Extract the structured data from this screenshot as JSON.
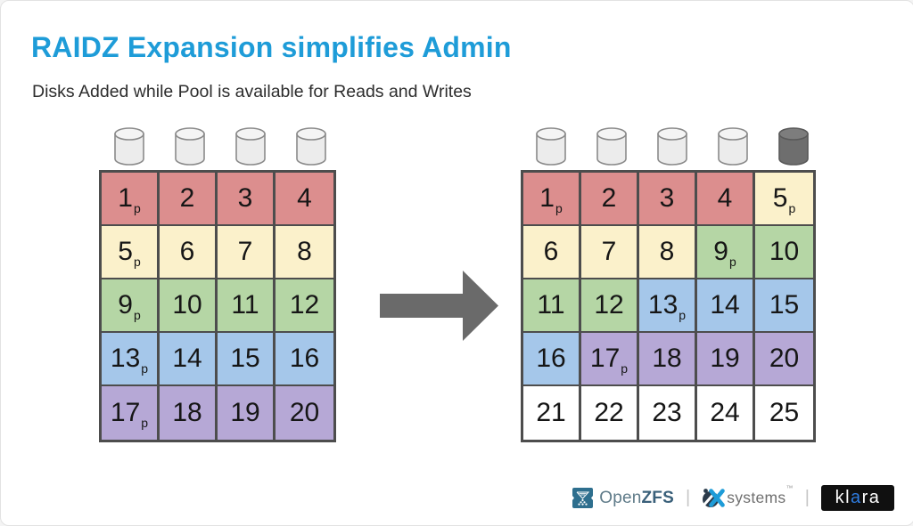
{
  "title": "RAIDZ Expansion simplifies Admin",
  "subtitle": "Disks Added while Pool is available for Reads and Writes",
  "colors": {
    "title_blue": "#1E9CD8",
    "red": "#DC8E8E",
    "cream": "#FBF1CB",
    "green": "#B5D6A5",
    "blue": "#A5C7EA",
    "purple": "#B6A8D6",
    "white": "#FFFFFF",
    "grid_border": "#4D4D4D",
    "arrow_gray": "#6A6A6A",
    "disk_light": "#ECECEC",
    "disk_dark": "#6E6E6E",
    "klara_blue": "#2E7BDE"
  },
  "before_pool": {
    "disks": [
      {
        "state": "existing"
      },
      {
        "state": "existing"
      },
      {
        "state": "existing"
      },
      {
        "state": "existing"
      }
    ],
    "rows": [
      {
        "cells": [
          {
            "label": "1",
            "sub": "p",
            "color": "red"
          },
          {
            "label": "2",
            "sub": "",
            "color": "red"
          },
          {
            "label": "3",
            "sub": "",
            "color": "red"
          },
          {
            "label": "4",
            "sub": "",
            "color": "red"
          }
        ]
      },
      {
        "cells": [
          {
            "label": "5",
            "sub": "p",
            "color": "cream"
          },
          {
            "label": "6",
            "sub": "",
            "color": "cream"
          },
          {
            "label": "7",
            "sub": "",
            "color": "cream"
          },
          {
            "label": "8",
            "sub": "",
            "color": "cream"
          }
        ]
      },
      {
        "cells": [
          {
            "label": "9",
            "sub": "p",
            "color": "green"
          },
          {
            "label": "10",
            "sub": "",
            "color": "green"
          },
          {
            "label": "11",
            "sub": "",
            "color": "green"
          },
          {
            "label": "12",
            "sub": "",
            "color": "green"
          }
        ]
      },
      {
        "cells": [
          {
            "label": "13",
            "sub": "p",
            "color": "blue"
          },
          {
            "label": "14",
            "sub": "",
            "color": "blue"
          },
          {
            "label": "15",
            "sub": "",
            "color": "blue"
          },
          {
            "label": "16",
            "sub": "",
            "color": "blue"
          }
        ]
      },
      {
        "cells": [
          {
            "label": "17",
            "sub": "p",
            "color": "purple"
          },
          {
            "label": "18",
            "sub": "",
            "color": "purple"
          },
          {
            "label": "19",
            "sub": "",
            "color": "purple"
          },
          {
            "label": "20",
            "sub": "",
            "color": "purple"
          }
        ]
      }
    ]
  },
  "after_pool": {
    "disks": [
      {
        "state": "existing"
      },
      {
        "state": "existing"
      },
      {
        "state": "existing"
      },
      {
        "state": "existing"
      },
      {
        "state": "new"
      }
    ],
    "rows": [
      {
        "cells": [
          {
            "label": "1",
            "sub": "p",
            "color": "red"
          },
          {
            "label": "2",
            "sub": "",
            "color": "red"
          },
          {
            "label": "3",
            "sub": "",
            "color": "red"
          },
          {
            "label": "4",
            "sub": "",
            "color": "red"
          },
          {
            "label": "5",
            "sub": "p",
            "color": "cream"
          }
        ]
      },
      {
        "cells": [
          {
            "label": "6",
            "sub": "",
            "color": "cream"
          },
          {
            "label": "7",
            "sub": "",
            "color": "cream"
          },
          {
            "label": "8",
            "sub": "",
            "color": "cream"
          },
          {
            "label": "9",
            "sub": "p",
            "color": "green"
          },
          {
            "label": "10",
            "sub": "",
            "color": "green"
          }
        ]
      },
      {
        "cells": [
          {
            "label": "11",
            "sub": "",
            "color": "green"
          },
          {
            "label": "12",
            "sub": "",
            "color": "green"
          },
          {
            "label": "13",
            "sub": "p",
            "color": "blue"
          },
          {
            "label": "14",
            "sub": "",
            "color": "blue"
          },
          {
            "label": "15",
            "sub": "",
            "color": "blue"
          }
        ]
      },
      {
        "cells": [
          {
            "label": "16",
            "sub": "",
            "color": "blue"
          },
          {
            "label": "17",
            "sub": "p",
            "color": "purple"
          },
          {
            "label": "18",
            "sub": "",
            "color": "purple"
          },
          {
            "label": "19",
            "sub": "",
            "color": "purple"
          },
          {
            "label": "20",
            "sub": "",
            "color": "purple"
          }
        ]
      },
      {
        "cells": [
          {
            "label": "21",
            "sub": "",
            "color": "white"
          },
          {
            "label": "22",
            "sub": "",
            "color": "white"
          },
          {
            "label": "23",
            "sub": "",
            "color": "white"
          },
          {
            "label": "24",
            "sub": "",
            "color": "white"
          },
          {
            "label": "25",
            "sub": "",
            "color": "white"
          }
        ]
      }
    ]
  },
  "footer": {
    "separator": "|",
    "openzfs": {
      "open": "Open",
      "zfs": "ZFS"
    },
    "ixsystems": {
      "systems": "systems",
      "tm": "™"
    },
    "klara": {
      "part1": "kl",
      "accent": "a",
      "part2": "ra"
    }
  }
}
